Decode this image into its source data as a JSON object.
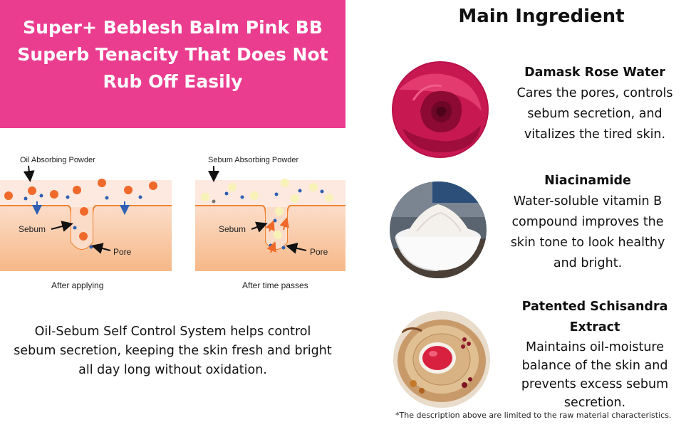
{
  "banner": {
    "title_line1": "Super+ Beblesh Balm Pink BB",
    "title_line2": "Superb Tenacity That Does Not",
    "title_line3": "Rub Off Easily",
    "color": "#ea3d8f"
  },
  "diagram": {
    "left": {
      "powder_label": "Oil Absorbing Powder",
      "sebum_label": "Sebum",
      "pore_label": "Pore",
      "caption": "After applying"
    },
    "right": {
      "powder_label": "Sebum Absorbing Powder",
      "sebum_label": "Sebum",
      "pore_label": "Pore",
      "caption": "After time passes"
    }
  },
  "description": {
    "line1": "Oil-Sebum Self Control System helps control",
    "line2": "sebum secretion, keeping the skin fresh and bright",
    "line3": "all day long without oxidation."
  },
  "ingredients": {
    "title": "Main Ingredient",
    "items": [
      {
        "name": "Damask Rose Water",
        "lines": [
          "Cares the pores, controls",
          "sebum secretion, and",
          "vitalizes the tired skin."
        ],
        "icon": "rose-image"
      },
      {
        "name": "Niacinamide",
        "lines": [
          "Water-soluble vitamin B",
          "compound improves the",
          "skin tone to look healthy",
          "and bright."
        ],
        "icon": "powder-bowl-image"
      },
      {
        "name_line1": "Patented Schisandra",
        "name_line2": "Extract",
        "lines": [
          "Maintains oil-moisture",
          "balance of the skin and",
          "prevents excess sebum",
          "secretion."
        ],
        "icon": "tea-cup-image"
      }
    ]
  },
  "footnote": "*The description above are limited to the raw material characteristics.",
  "colors": {
    "skin_top": "#fbe3d8",
    "skin_bottom": "#f6bd8e",
    "oil_dot": "#ef6a2a",
    "sebum_dot": "#2f5fb3",
    "light_dot": "#f6f4c0"
  }
}
